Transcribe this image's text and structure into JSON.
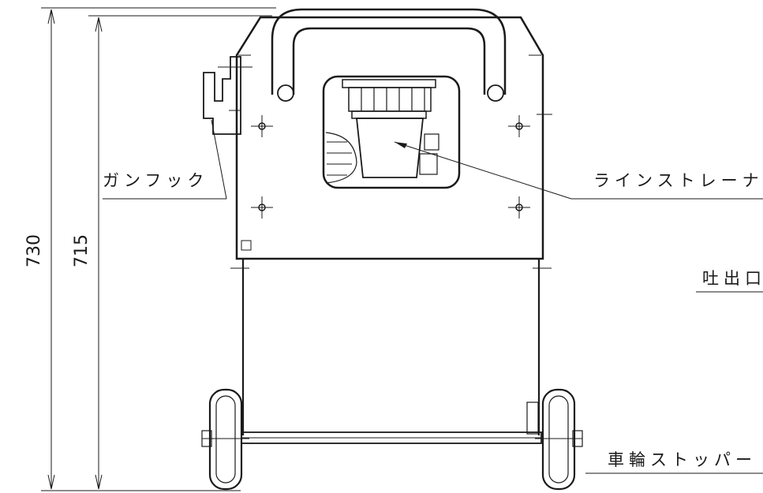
{
  "dimensions": {
    "overall_height": "730",
    "frame_height": "715"
  },
  "labels": {
    "gun_hook": "ガンフック",
    "line_strainer": "ラインストレーナ",
    "discharge_port": "吐出口",
    "wheel_stopper": "車輪ストッパー"
  },
  "colors": {
    "line": "#1a1a1a",
    "background": "#ffffff"
  }
}
